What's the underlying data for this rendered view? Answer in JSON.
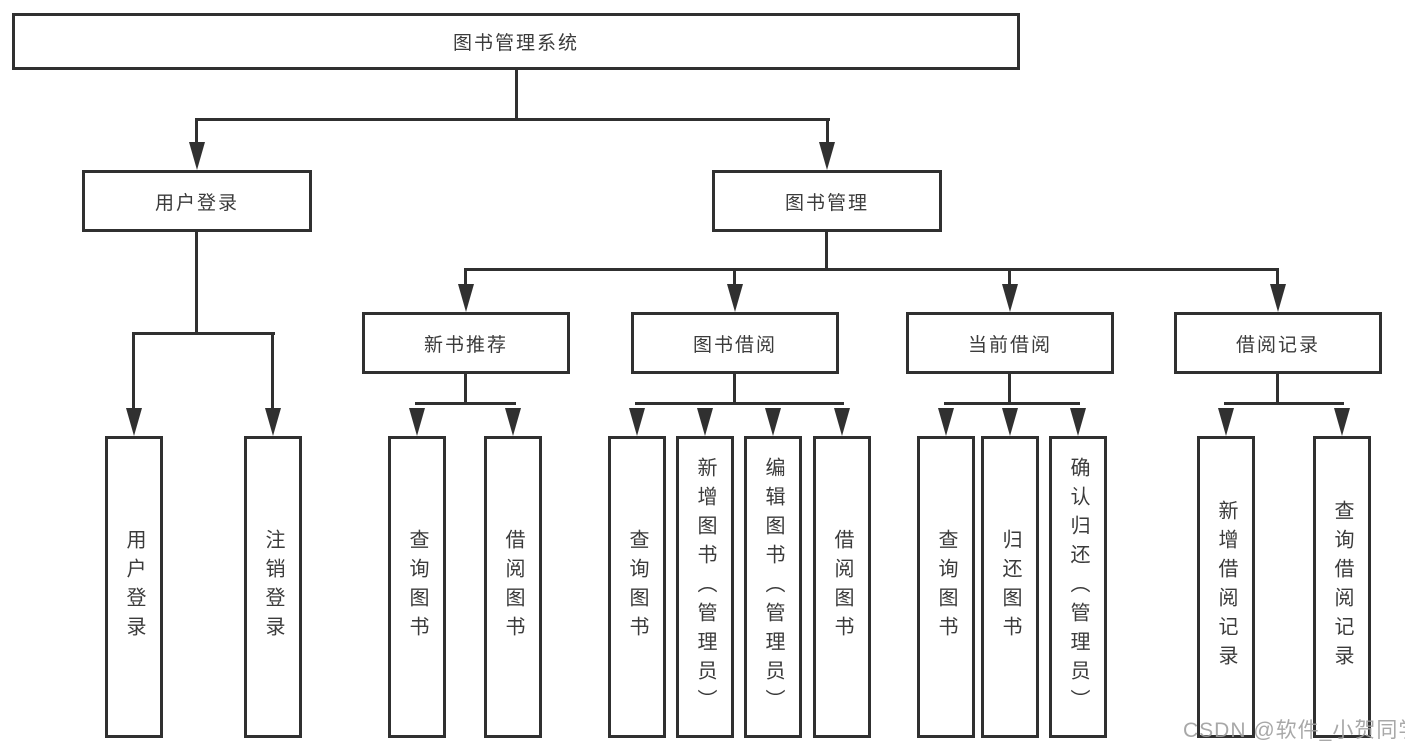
{
  "diagram": {
    "root_label": "图书管理系统",
    "branches": [
      {
        "label": "用户登录",
        "leaves": [
          "用户登录",
          "注销登录"
        ]
      },
      {
        "label": "图书管理",
        "groups": [
          {
            "label": "新书推荐",
            "leaves": [
              "查询图书",
              "借阅图书"
            ]
          },
          {
            "label": "图书借阅",
            "leaves": [
              "查询图书",
              "新增图书（管理员）",
              "编辑图书（管理员）",
              "借阅图书"
            ]
          },
          {
            "label": "当前借阅",
            "leaves": [
              "查询图书",
              "归还图书",
              "确认归还（管理员）"
            ]
          },
          {
            "label": "借阅记录",
            "leaves": [
              "新增借阅记录",
              "查询借阅记录"
            ]
          }
        ]
      }
    ]
  },
  "watermark": {
    "text": "CSDN @软件_小贺同学"
  },
  "colors": {
    "line": "#303030",
    "text": "#3b3b3b",
    "watermark": "#9e9e9e",
    "background": "#ffffff"
  }
}
